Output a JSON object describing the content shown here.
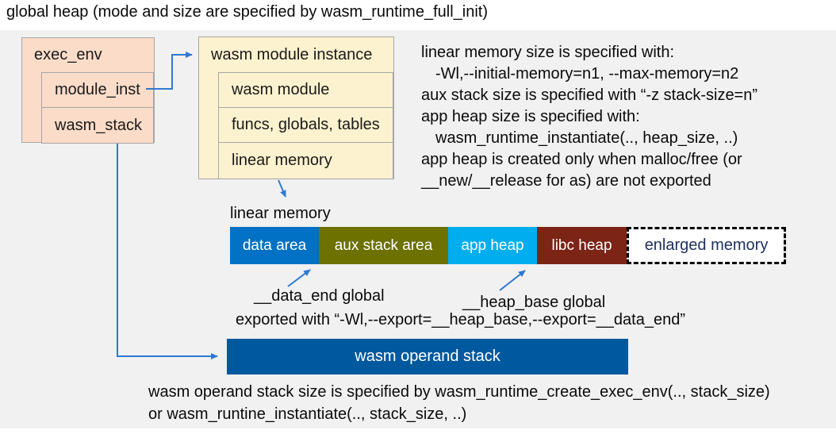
{
  "title": "global heap (mode and size are specified by wasm_runtime_full_init)",
  "exec_env": {
    "title": "exec_env",
    "rows": [
      {
        "label": "module_inst"
      },
      {
        "label": "wasm_stack"
      }
    ],
    "fill_color": "#fbdcc9"
  },
  "module_instance": {
    "title": "wasm module instance",
    "rows": [
      {
        "label": "wasm module"
      },
      {
        "label": "funcs, globals, tables"
      },
      {
        "label": "linear memory"
      }
    ],
    "fill_color": "#fdf2cf"
  },
  "right_notes": {
    "lines": [
      "linear memory size is specified with:",
      "-Wl,--initial-memory=n1, --max-memory=n2",
      "aux stack size is specified with “-z stack-size=n”",
      "app heap size is specified with:",
      "wasm_runtime_instantiate(.., heap_size, ..)",
      "app heap is created only when malloc/free (or",
      "__new/__release for as) are not exported"
    ]
  },
  "linear_memory": {
    "label": "linear memory",
    "segments": [
      {
        "label": "data area",
        "color": "#0071c5",
        "text_color": "#ffffff"
      },
      {
        "label": "aux stack area",
        "color": "#6c7100",
        "text_color": "#ffffff"
      },
      {
        "label": "app heap",
        "color": "#00aeef",
        "text_color": "#ffffff"
      },
      {
        "label": "libc heap",
        "color": "#7c2416",
        "text_color": "#ffffff"
      },
      {
        "label": "enlarged memory",
        "color": "#ffffff",
        "text_color": "#1f3160"
      }
    ]
  },
  "annotations": {
    "data_end": "__data_end global",
    "heap_base": "__heap_base global",
    "export_line": "exported with “-Wl,--export=__heap_base,--export=__data_end”"
  },
  "operand_stack": {
    "label": "wasm operand stack",
    "color": "#00589e"
  },
  "bottom_notes": {
    "lines": [
      "wasm operand stack size is specified by wasm_runtime_create_exec_env(.., stack_size)",
      "or wasm_runtine_instantiate(.., stack_size, ..)"
    ]
  },
  "arrow_color": "#2e79d2",
  "background_color": "#f1f1f1"
}
